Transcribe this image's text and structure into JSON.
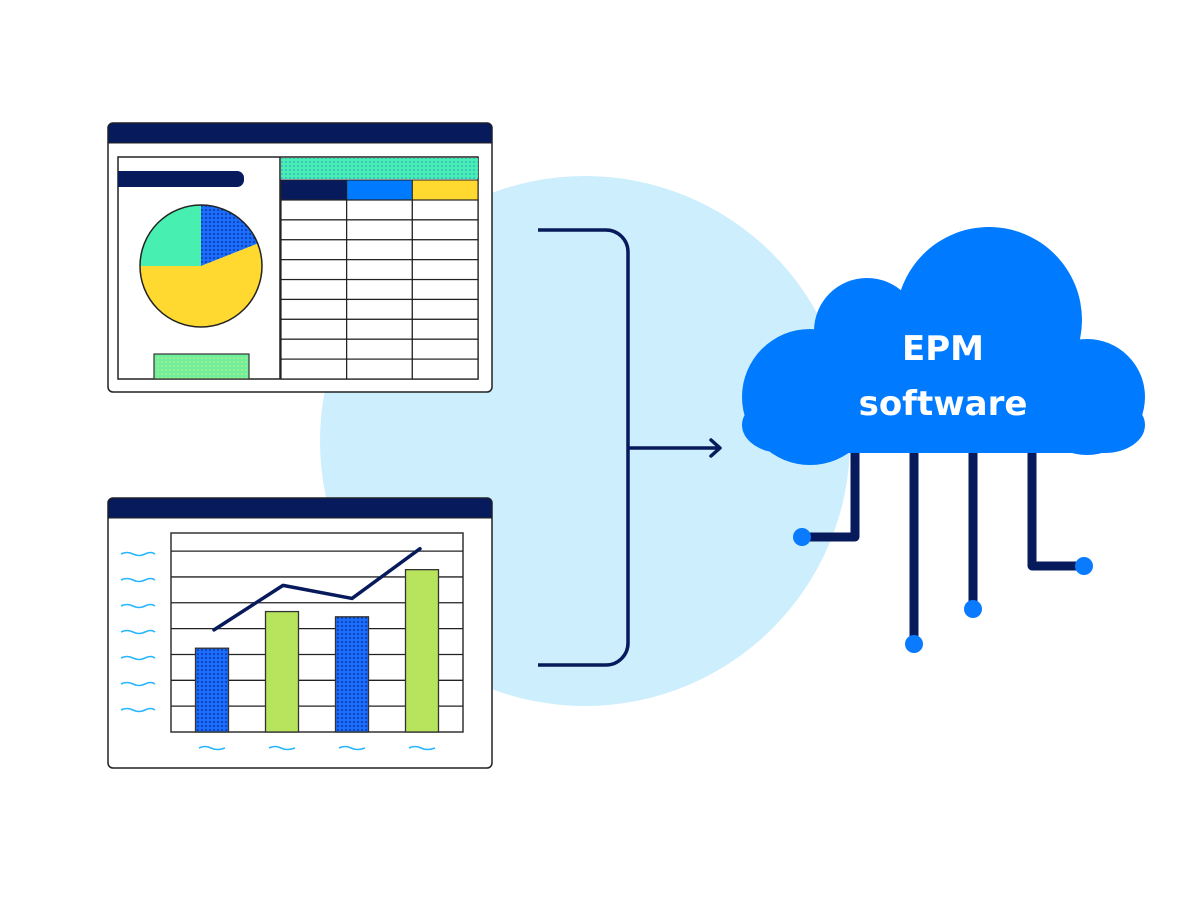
{
  "diagram": {
    "title": "Reports and dashboards flowing into EPM software",
    "colors": {
      "navy": "#061a5c",
      "background_circle": "#cdeefd",
      "cloud_blue": "#007bff",
      "dot_blue": "#0a7bff",
      "teal_green": "#47f0b0",
      "yellow": "#ffd930",
      "lime": "#b8e35c",
      "squiggle": "#29b6ff",
      "outline": "#222222"
    },
    "spreadsheet_window": {
      "name": "Spreadsheet report window",
      "table": {
        "header_colors": [
          "#061a5c",
          "#007bff",
          "#ffd930"
        ],
        "columns": 3,
        "rows": 9
      },
      "pie": {
        "slices": [
          {
            "name": "blue-dotted",
            "share": 0.19,
            "color": "#007bff"
          },
          {
            "name": "yellow",
            "share": 0.56,
            "color": "#ffd930"
          },
          {
            "name": "green",
            "share": 0.25,
            "color": "#47f0b0"
          }
        ]
      }
    },
    "chart_window": {
      "name": "Bar and line chart window",
      "gridlines": 7,
      "y_label_count": 7,
      "x_label_count": 4,
      "bars": [
        {
          "value": 3.2,
          "style": "blue-dotted"
        },
        {
          "value": 4.6,
          "style": "lime"
        },
        {
          "value": 4.4,
          "style": "blue-dotted"
        },
        {
          "value": 6.2,
          "style": "lime"
        }
      ],
      "line": [
        3.9,
        5.6,
        5.1,
        7.0
      ],
      "ymax": 7.6
    },
    "cloud": {
      "line1": "EPM",
      "line2": "software"
    },
    "connectors": 4
  }
}
